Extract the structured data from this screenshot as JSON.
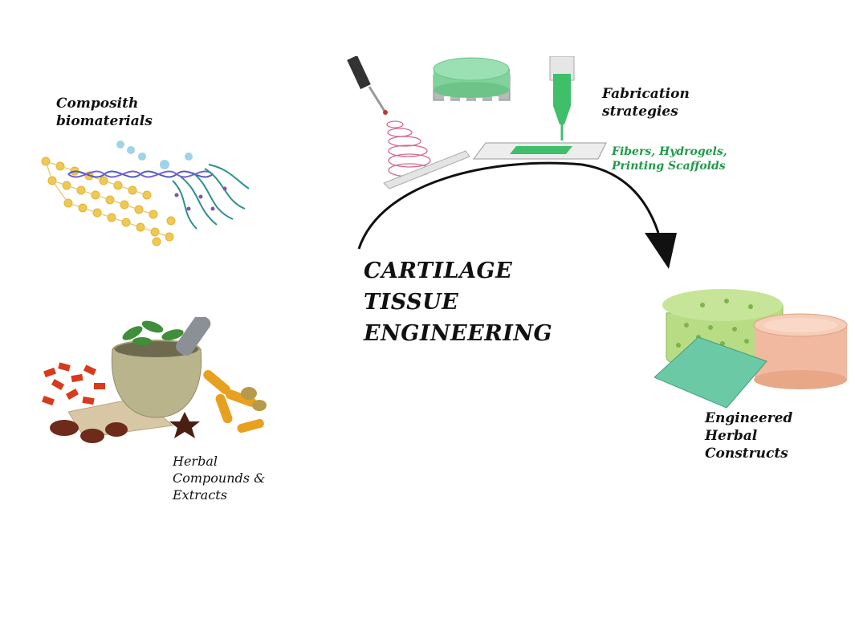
{
  "composite": {
    "line1": "Composith",
    "line2": "biomaterials"
  },
  "fabrication": {
    "line1": "Fabrication",
    "line2": "strategies",
    "sub1": "Fibers, Hydrogels,",
    "sub2": "Printing Scaffolds"
  },
  "center": {
    "line1": "CARTILAGE",
    "line2": "TISSUE",
    "line3": "ENGINEERING"
  },
  "herbal": {
    "line1": "Herbal",
    "line2": "Compounds &",
    "line3": "Extracts"
  },
  "engineered": {
    "line1": "Engineered",
    "line2": "Herbal",
    "line3": "Constructs"
  },
  "icons": [
    "biomaterial-molecule-icon",
    "electrospinning-needle-icon",
    "hydrogel-mold-icon",
    "bioprinter-nozzle-icon",
    "herbal-mortar-icon",
    "scaffold-constructs-icon",
    "curved-arrow-icon"
  ]
}
